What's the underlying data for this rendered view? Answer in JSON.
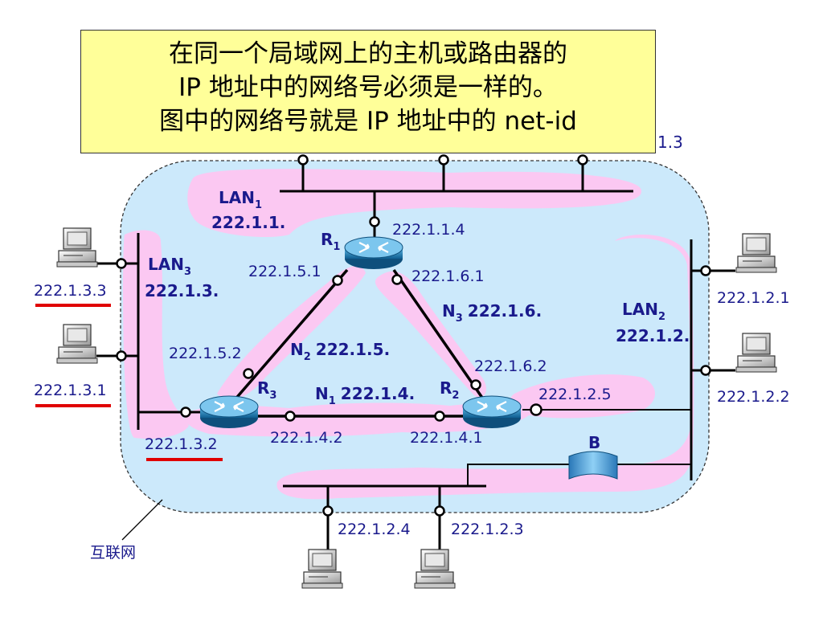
{
  "callout": {
    "line1": "在同一个局域网上的主机或路由器的",
    "line2": "IP 地址中的网络号必须是一样的。",
    "line3": "图中的网络号就是 IP 地址中的 net-id"
  },
  "hidden_label_tail": "1.3",
  "internet_label": "互联网",
  "lans": {
    "lan1": {
      "name": "LAN",
      "sub": "1",
      "net": "222.1.1."
    },
    "lan2": {
      "name": "LAN",
      "sub": "2",
      "net": "222.1.2."
    },
    "lan3": {
      "name": "LAN",
      "sub": "3",
      "net": "222.1.3."
    }
  },
  "links": {
    "n1": {
      "name": "N",
      "sub": "1",
      "net": "222.1.4."
    },
    "n2": {
      "name": "N",
      "sub": "2",
      "net": "222.1.5."
    },
    "n3": {
      "name": "N",
      "sub": "3",
      "net": "222.1.6."
    }
  },
  "routers": {
    "r1": {
      "name": "R",
      "sub": "1"
    },
    "r2": {
      "name": "R",
      "sub": "2"
    },
    "r3": {
      "name": "R",
      "sub": "3"
    }
  },
  "bridge_label": "B",
  "addresses": {
    "r1_lan1": "222.1.1.4",
    "r1_n2": "222.1.5.1",
    "r1_n3": "222.1.6.1",
    "r3_n2": "222.1.5.2",
    "r2_n3": "222.1.6.2",
    "r2_lan2": "222.1.2.5",
    "r3_lan3": "222.1.3.2",
    "r3_n1": "222.1.4.2",
    "r2_n1": "222.1.4.1",
    "host_lan3_top": "222.1.3.3",
    "host_lan3_bottom": "222.1.3.1",
    "host_lan2_top": "222.1.2.1",
    "host_lan2_bottom": "222.1.2.2",
    "host_bottom_left": "222.1.2.4",
    "host_bottom_right": "222.1.2.3"
  },
  "colors": {
    "cloud_fill": "#cce9fb",
    "lan_highlight": "#fbc8f2",
    "label_blue": "#1a1a8c",
    "underline_red": "#e00000",
    "callout_fill": "#ffff99",
    "router_body": "#1f7fb8"
  }
}
